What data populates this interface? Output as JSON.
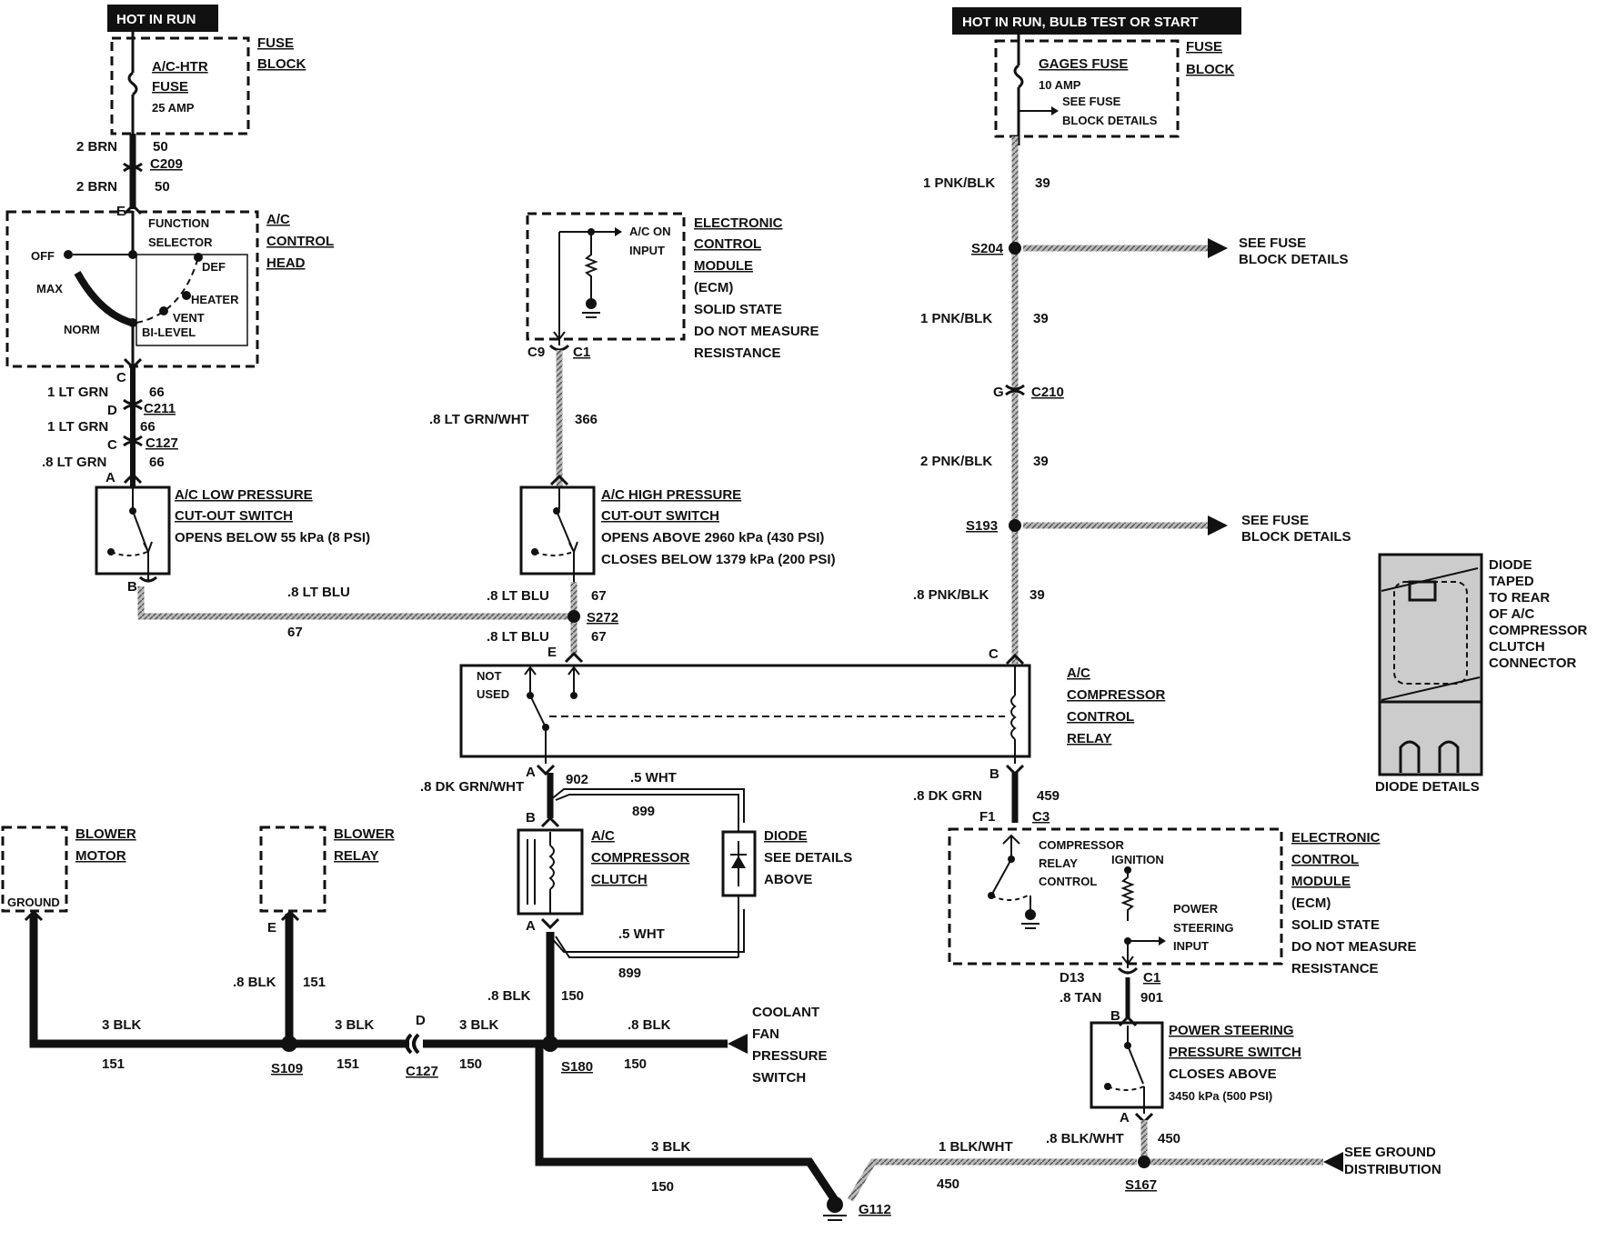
{
  "headers": {
    "hot_in_run": "HOT IN RUN",
    "hot_in_run_bulb": "HOT IN RUN, BULB TEST OR START"
  },
  "fuse_block_left": {
    "title_1": "FUSE",
    "title_2": "BLOCK",
    "fuse_1": "A/C-HTR",
    "fuse_2": "FUSE",
    "rating": "25 AMP"
  },
  "fuse_block_right": {
    "title_1": "FUSE",
    "title_2": "BLOCK",
    "fuse": "GAGES FUSE",
    "rating": "10 AMP",
    "note_1": "SEE FUSE",
    "note_2": "BLOCK DETAILS"
  },
  "control_head": {
    "title_1": "A/C",
    "title_2": "CONTROL",
    "title_3": "HEAD",
    "function_1": "FUNCTION",
    "function_2": "SELECTOR",
    "off": "OFF",
    "max": "MAX",
    "norm": "NORM",
    "def": "DEF",
    "heater": "HEATER",
    "vent": "VENT",
    "bilevel": "BI-LEVEL",
    "pin_e": "E",
    "pin_c": "C"
  },
  "ecm_top": {
    "title_1": "ELECTRONIC",
    "title_2": "CONTROL",
    "title_3": "MODULE",
    "title_4": "(ECM)",
    "note_1": "SOLID STATE",
    "note_2": "DO NOT MEASURE",
    "note_3": "RESISTANCE",
    "input_1": "A/C ON",
    "input_2": "INPUT",
    "pin_c9": "C9",
    "conn_c1": "C1"
  },
  "ecm_bottom": {
    "title_1": "ELECTRONIC",
    "title_2": "CONTROL",
    "title_3": "MODULE",
    "title_4": "(ECM)",
    "note_1": "SOLID STATE",
    "note_2": "DO NOT MEASURE",
    "note_3": "RESISTANCE",
    "comp_1": "COMPRESSOR",
    "comp_2": "RELAY",
    "comp_3": "CONTROL",
    "ignition": "IGNITION",
    "ps_1": "POWER",
    "ps_2": "STEERING",
    "ps_3": "INPUT",
    "pin_f1": "F1",
    "conn_c3": "C3",
    "pin_d13": "D13",
    "conn_c1": "C1"
  },
  "low_pressure": {
    "title_1": "A/C LOW PRESSURE",
    "title_2": "CUT-OUT SWITCH",
    "desc": "OPENS BELOW 55 kPa (8 PSI)",
    "pin_a": "A",
    "pin_b": "B"
  },
  "high_pressure": {
    "title_1": "A/C HIGH PRESSURE",
    "title_2": "CUT-OUT SWITCH",
    "desc_1": "OPENS ABOVE 2960 kPa (430 PSI)",
    "desc_2": "CLOSES BELOW 1379 kPa (200 PSI)"
  },
  "relay": {
    "title_1": "A/C",
    "title_2": "COMPRESSOR",
    "title_3": "CONTROL",
    "title_4": "RELAY",
    "not_1": "NOT",
    "not_2": "USED",
    "pin_e": "E",
    "pin_c": "C",
    "pin_a": "A",
    "pin_b": "B"
  },
  "clutch": {
    "title_1": "A/C",
    "title_2": "COMPRESSOR",
    "title_3": "CLUTCH",
    "pin_b": "B",
    "pin_a": "A"
  },
  "diode": {
    "title": "DIODE",
    "note_1": "SEE DETAILS",
    "note_2": "ABOVE"
  },
  "diode_details": {
    "title": "DIODE DETAILS",
    "note_1": "DIODE",
    "note_2": "TAPED",
    "note_3": "TO REAR",
    "note_4": "OF A/C",
    "note_5": "COMPRESSOR",
    "note_6": "CLUTCH",
    "note_7": "CONNECTOR"
  },
  "blower_motor": {
    "title_1": "BLOWER",
    "title_2": "MOTOR",
    "ground": "GROUND"
  },
  "blower_relay": {
    "title_1": "BLOWER",
    "title_2": "RELAY",
    "pin_e": "E"
  },
  "coolant": {
    "l1": "COOLANT",
    "l2": "FAN",
    "l3": "PRESSURE",
    "l4": "SWITCH"
  },
  "ps_switch": {
    "title_1": "POWER STEERING",
    "title_2": "PRESSURE SWITCH",
    "desc_1": "CLOSES ABOVE",
    "desc_2": "3450 kPa (500 PSI)",
    "pin_b": "B",
    "pin_a": "A"
  },
  "splices": {
    "s204": "S204",
    "s193": "S193",
    "s272": "S272",
    "s109": "S109",
    "s180": "S180",
    "s167": "S167",
    "see_fuse_1": "SEE FUSE",
    "see_fuse_2": "BLOCK DETAILS",
    "see_ground_1": "SEE GROUND",
    "see_ground_2": "DISTRIBUTION"
  },
  "connectors": {
    "c209": "C209",
    "c211": "C211",
    "c127": "C127",
    "c210": "C210",
    "c127_bottom": "C127",
    "g112": "G112",
    "d": "D",
    "c": "C",
    "g": "G"
  },
  "wires": {
    "w_2brn": "2 BRN",
    "w_50": "50",
    "w_1ltgrn": "1 LT GRN",
    "w_66": "66",
    "w_8ltgrn": ".8 LT GRN",
    "w_8ltgrnwht": ".8 LT GRN/WHT",
    "w_366": "366",
    "w_1pnkblk": "1 PNK/BLK",
    "w_39": "39",
    "w_2pnkblk": "2 PNK/BLK",
    "w_8pnkblk": ".8 PNK/BLK",
    "w_8ltblu": ".8 LT BLU",
    "w_67": "67",
    "w_8dkgrnwht": ".8 DK GRN/WHT",
    "w_902": "902",
    "w_5wht": ".5 WHT",
    "w_899": "899",
    "w_8dkgrn": ".8 DK GRN",
    "w_459": "459",
    "w_8blk": ".8 BLK",
    "w_151": "151",
    "w_3blk": "3 BLK",
    "w_150": "150",
    "w_8tan": ".8 TAN",
    "w_901": "901",
    "w_1blkwht": "1 BLK/WHT",
    "w_8blkwht": ".8 BLK/WHT",
    "w_450": "450"
  }
}
